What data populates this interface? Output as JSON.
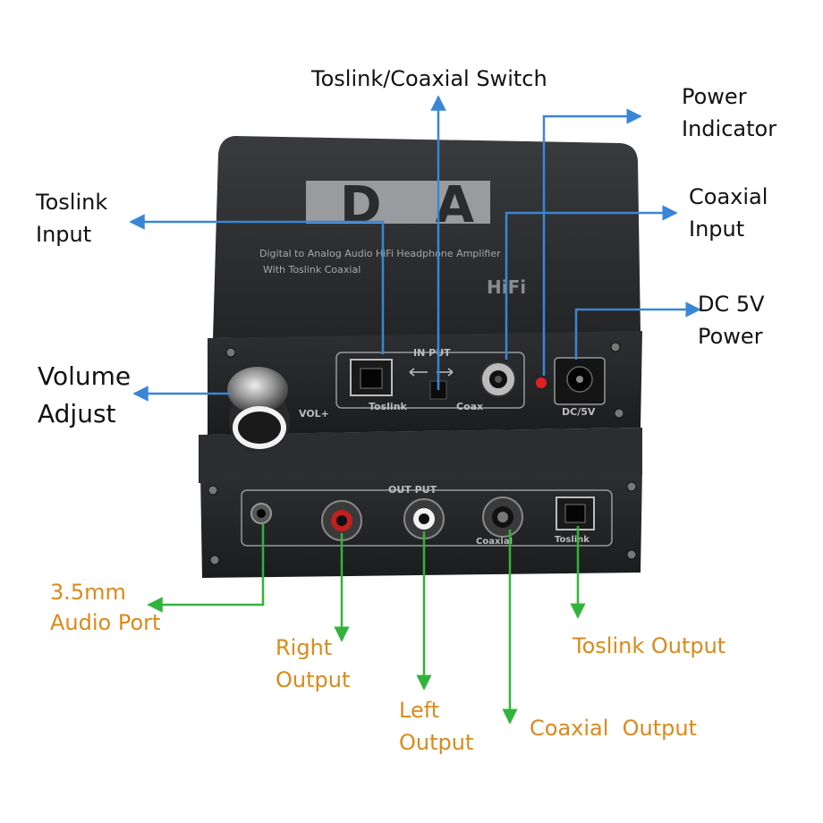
{
  "device": {
    "logo_text": "DA",
    "subtitle": "Digital to Analog Audio HiFi Headphone Amplifier",
    "subtitle2": "With Toslink Coaxial",
    "hifi_label": "HiFi",
    "input_panel_label": "IN PUT",
    "toslink_port_label": "Toslink",
    "coax_port_label": "Coax",
    "dc_label": "DC/5V",
    "vol_label": "VOL+",
    "output_panel_label": "OUT PUT",
    "coaxial_out_label": "Coaxial",
    "toslink_out_label": "Toslink"
  },
  "labels": {
    "toslink_coaxial_switch": "Toslink/Coaxial Switch",
    "power_indicator_1": "Power",
    "power_indicator_2": "Indicator",
    "toslink_input_1": "Toslink",
    "toslink_input_2": "Input",
    "coaxial_input_1": "Coaxial",
    "coaxial_input_2": "Input",
    "dc_power_1": "DC 5V",
    "dc_power_2": "Power",
    "volume_adjust_1": "Volume",
    "volume_adjust_2": "Adjust",
    "audio_port_1": "3.5mm",
    "audio_port_2": "Audio Port",
    "right_output_1": "Right",
    "right_output_2": "Output",
    "left_output_1": "Left",
    "left_output_2": "Output",
    "toslink_output": "Toslink Output",
    "coaxial_output": "Coaxial  Output"
  },
  "colors": {
    "input_arrow": "#3a86d6",
    "output_arrow": "#32b43c",
    "input_text": "#111111",
    "output_text": "#d98a1c",
    "device_body": "#2a2b2d",
    "led": "#e02020"
  }
}
